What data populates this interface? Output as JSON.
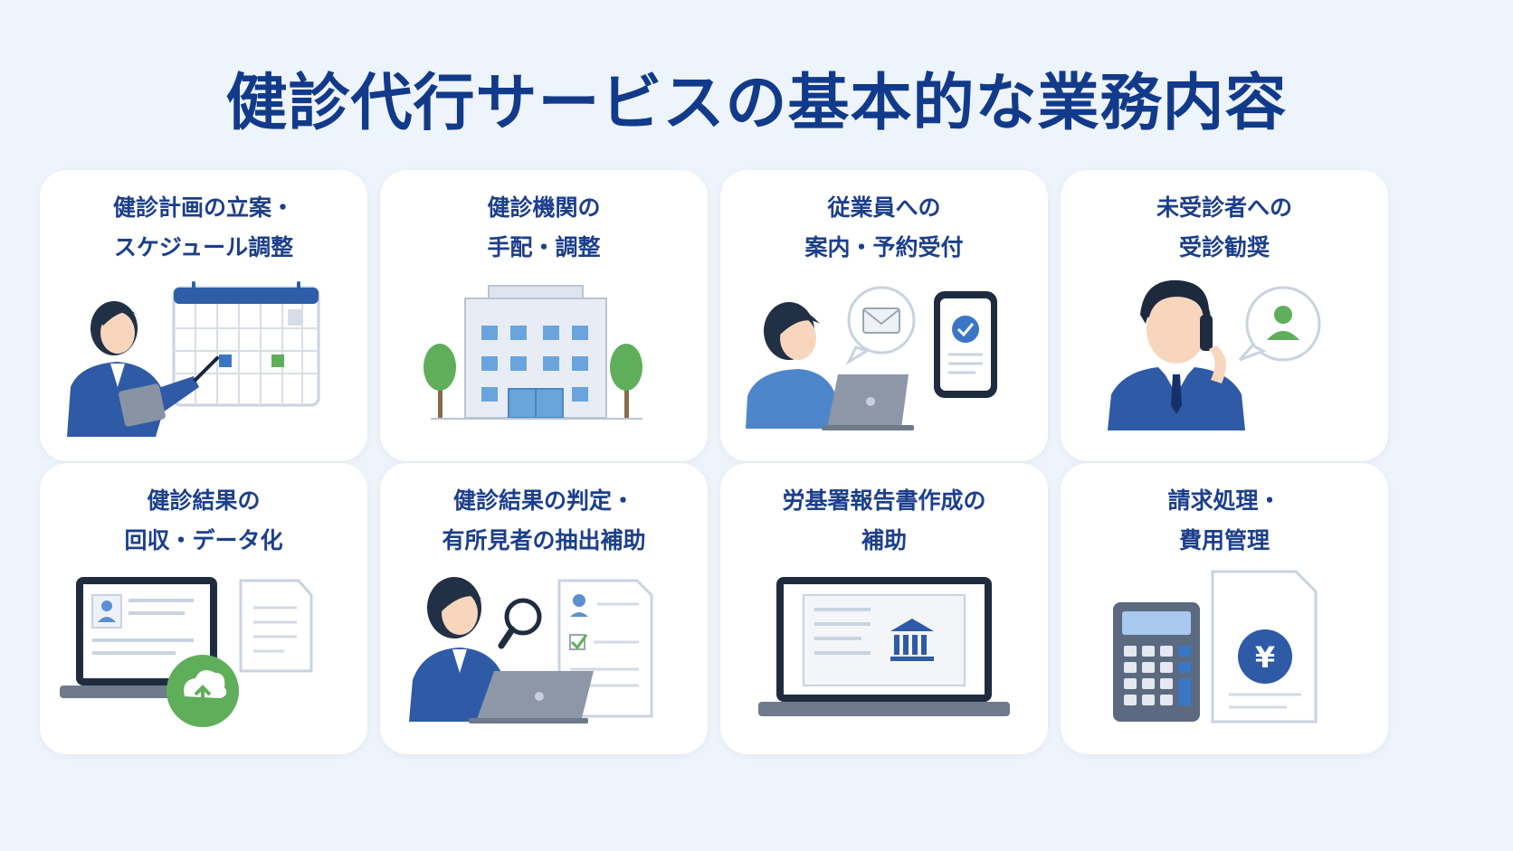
{
  "title": "健診代行サービスの基本的な業務内容",
  "colors": {
    "background": "#eef4fb",
    "title": "#123a8a",
    "card_title": "#1c3f8c",
    "primary_blue": "#2b5aa8",
    "accent_green": "#5fae5a"
  },
  "cards": [
    {
      "line1": "健診計画の立案・",
      "line2": "スケジュール調整",
      "icon": "calendar-planning-icon"
    },
    {
      "line1": "健診機関の",
      "line2": "手配・調整",
      "icon": "hospital-building-icon"
    },
    {
      "line1": "従業員への",
      "line2": "案内・予約受付",
      "icon": "booking-notification-icon"
    },
    {
      "line1": "未受診者への",
      "line2": "受診勧奨",
      "icon": "phone-call-icon"
    },
    {
      "line1": "健診結果の",
      "line2": "回収・データ化",
      "icon": "data-upload-icon"
    },
    {
      "line1": "健診結果の判定・",
      "line2": "有所見者の抽出補助",
      "icon": "result-review-icon"
    },
    {
      "line1": "労基署報告書作成の",
      "line2": "補助",
      "icon": "report-document-icon"
    },
    {
      "line1": "請求処理・",
      "line2": "費用管理",
      "icon": "billing-calculator-icon"
    }
  ]
}
